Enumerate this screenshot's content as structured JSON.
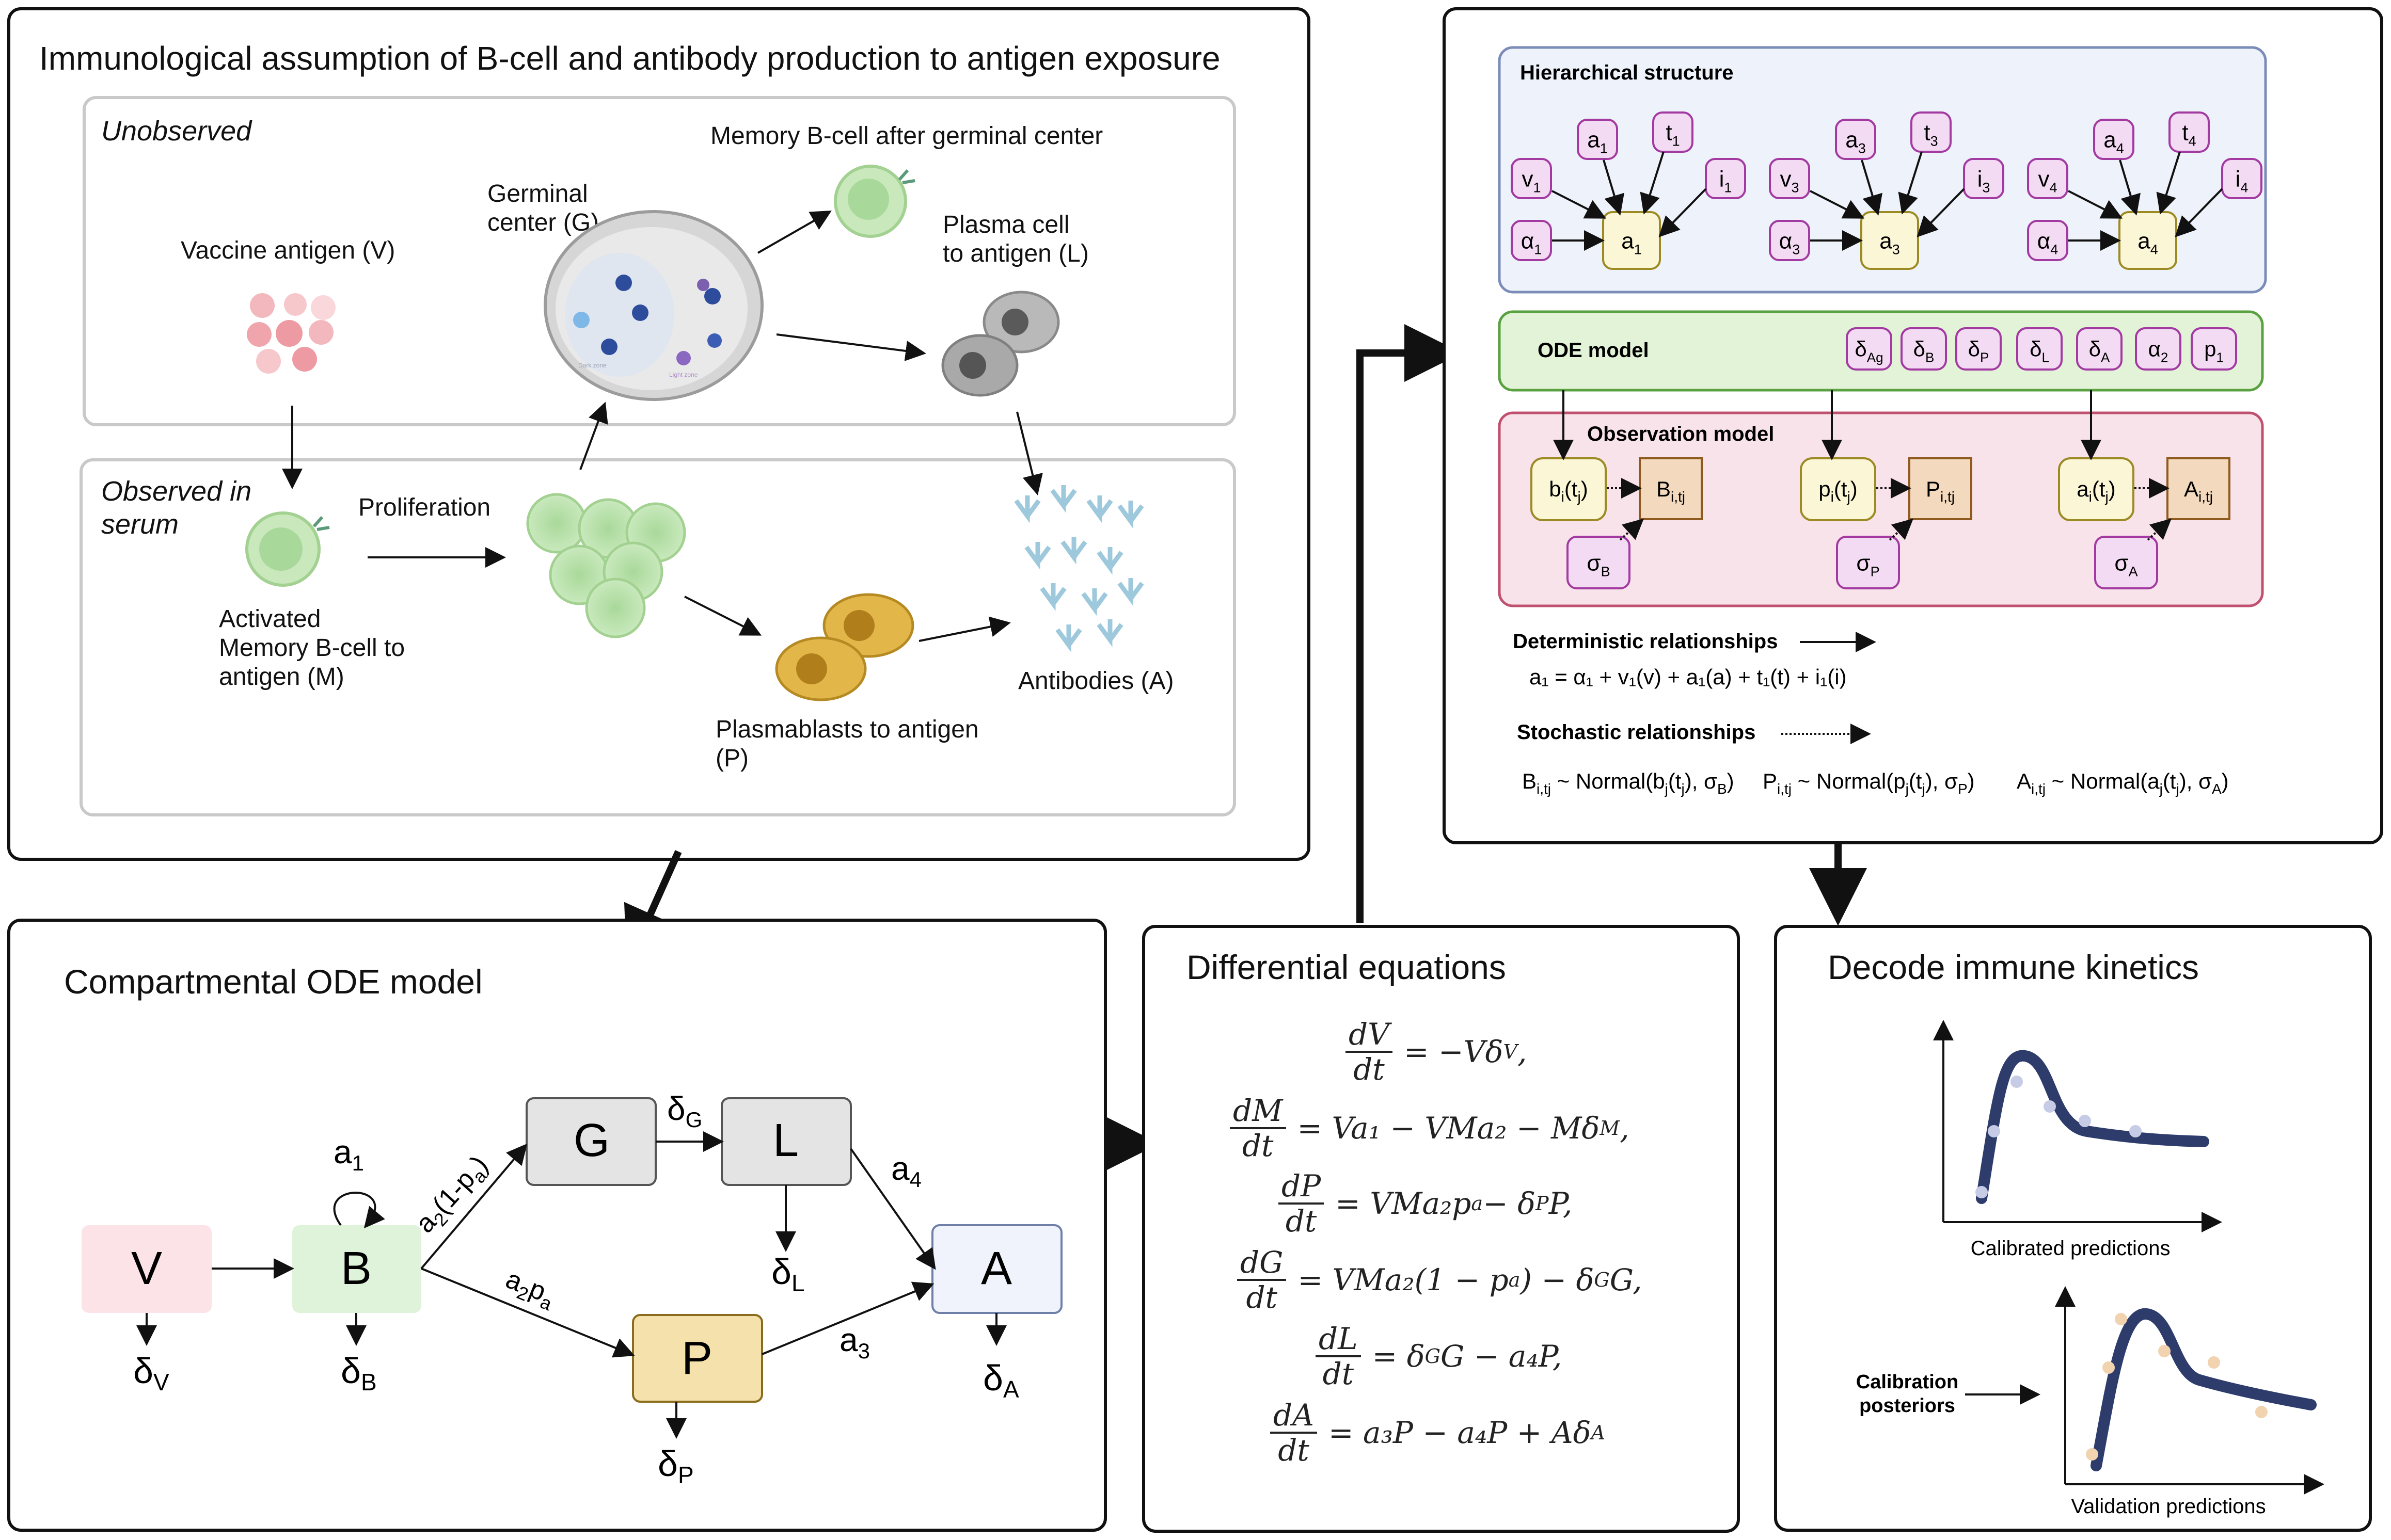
{
  "panels": {
    "assumption": {
      "title": "Immunological assumption of B-cell and antibody production to antigen exposure",
      "unobserved_label": "Unobserved",
      "observed_label_line1": "Observed in",
      "observed_label_line2": "serum",
      "vaccine_antigen": "Vaccine antigen (V)",
      "germinal_center_line1": "Germinal",
      "germinal_center_line2": "center (G)",
      "memory_after_gc": "Memory B-cell after germinal center",
      "plasma_cell_line1": "Plasma cell",
      "plasma_cell_line2": "to antigen (L)",
      "proliferation": "Proliferation",
      "activated_line1": "Activated",
      "activated_line2": "Memory B-cell to",
      "activated_line3": "antigen (M)",
      "plasmablasts_line1": "Plasmablasts to antigen",
      "plasmablasts_line2": "(P)",
      "antibodies": "Antibodies (A)",
      "gc_dark_zone": "Dark zone",
      "gc_light_zone": "Light zone"
    },
    "compartmental": {
      "title": "Compartmental ODE model",
      "nodes": {
        "V": "V",
        "B": "B",
        "G": "G",
        "L": "L",
        "P": "P",
        "A": "A"
      },
      "rates": {
        "a1": "a",
        "a1_sub": "1",
        "a2_1mpa": "a",
        "a2_1mpa_sub": "2",
        "a2_1mpa_rest": "(1-p",
        "a2_1mpa_sub2": "a",
        "a2_1mpa_end": ")",
        "a2pa": "a",
        "a2pa_sub": "2",
        "a2pa_p": "p",
        "a2pa_sub2": "a",
        "a3": "a",
        "a3_sub": "3",
        "a4": "a",
        "a4_sub": "4",
        "dV": "δ",
        "dV_sub": "V",
        "dB": "δ",
        "dB_sub": "B",
        "dG": "δ",
        "dG_sub": "G",
        "dL": "δ",
        "dL_sub": "L",
        "dP": "δ",
        "dP_sub": "P",
        "dA": "δ",
        "dA_sub": "A"
      }
    },
    "differential": {
      "title": "Differential equations",
      "equations": [
        {
          "num": "dV",
          "den": "dt",
          "rhs": "= −Vδ",
          "rhs_sub": "V",
          "rhs_end": ","
        },
        {
          "num": "dM",
          "den": "dt",
          "rhs": "= Va₁ − VMa₂ − Mδ",
          "rhs_sub": "M",
          "rhs_end": ","
        },
        {
          "num": "dP",
          "den": "dt",
          "rhs": "= VMa₂p",
          "rhs_sub": "a",
          "rhs_end": " − δ",
          "rhs_sub2": "P",
          "rhs_end2": "P,"
        },
        {
          "num": "dG",
          "den": "dt",
          "rhs": "= VMa₂(1 − p",
          "rhs_sub": "a",
          "rhs_end": ") − δ",
          "rhs_sub2": "G",
          "rhs_end2": "G,"
        },
        {
          "num": "dL",
          "den": "dt",
          "rhs": "= δ",
          "rhs_sub": "G",
          "rhs_end": "G − a₄P,",
          "rhs_sub2": "",
          "rhs_end2": ""
        },
        {
          "num": "dA",
          "den": "dt",
          "rhs": "= a₃P − a₄P + Aδ",
          "rhs_sub": "A",
          "rhs_end": "",
          "rhs_sub2": "",
          "rhs_end2": ""
        }
      ]
    },
    "hierarchical": {
      "section_title": "Hierarchical structure",
      "groups": [
        {
          "v": "v",
          "v_sub": "1",
          "a": "a",
          "a_sub": "1",
          "t": "t",
          "t_sub": "1",
          "i": "i",
          "i_sub": "1",
          "alpha": "α",
          "alpha_sub": "1",
          "out": "a",
          "out_sub": "1"
        },
        {
          "v": "v",
          "v_sub": "3",
          "a": "a",
          "a_sub": "3",
          "t": "t",
          "t_sub": "3",
          "i": "i",
          "i_sub": "3",
          "alpha": "α",
          "alpha_sub": "3",
          "out": "a",
          "out_sub": "3"
        },
        {
          "v": "v",
          "v_sub": "4",
          "a": "a",
          "a_sub": "4",
          "t": "t",
          "t_sub": "4",
          "i": "i",
          "i_sub": "4",
          "alpha": "α",
          "alpha_sub": "4",
          "out": "a",
          "out_sub": "4"
        }
      ],
      "ode_model_label": "ODE model",
      "ode_params": [
        {
          "s": "δ",
          "sub": "Ag"
        },
        {
          "s": "δ",
          "sub": "B"
        },
        {
          "s": "δ",
          "sub": "P"
        },
        {
          "s": "δ",
          "sub": "L"
        },
        {
          "s": "δ",
          "sub": "A"
        },
        {
          "s": "α",
          "sub": "2"
        },
        {
          "s": "p",
          "sub": "1"
        }
      ],
      "observation_model_label": "Observation model",
      "observations": [
        {
          "latent": "b",
          "latent_sub": "i",
          "latent_rest": "(t",
          "latent_sub2": "j",
          "latent_end": ")",
          "obs": "B",
          "obs_sub": "i,tj",
          "sigma": "σ",
          "sigma_sub": "B"
        },
        {
          "latent": "p",
          "latent_sub": "i",
          "latent_rest": "(t",
          "latent_sub2": "j",
          "latent_end": ")",
          "obs": "P",
          "obs_sub": "i,tj",
          "sigma": "σ",
          "sigma_sub": "P"
        },
        {
          "latent": "a",
          "latent_sub": "i",
          "latent_rest": "(t",
          "latent_sub2": "j",
          "latent_end": ")",
          "obs": "A",
          "obs_sub": "i,tj",
          "sigma": "σ",
          "sigma_sub": "A"
        }
      ],
      "deterministic_label": "Deterministic relationships",
      "deterministic_eq": "a₁ = α₁ + v₁(v) + a₁(a) + t₁(t) + i₁(i)",
      "stochastic_label": "Stochastic relationships",
      "stochastic_B": "B",
      "stochastic_B_sub": "i,tj",
      "stochastic_B_rest": " ~ Normal(b",
      "stochastic_B_sub2": "j",
      "stochastic_B_rest2": "(t",
      "stochastic_B_sub3": "j",
      "stochastic_B_end": "), σ",
      "stochastic_B_sub4": "B",
      "stochastic_B_close": ")",
      "stochastic_P": "P",
      "stochastic_P_sub": "i,tj",
      "stochastic_P_rest": " ~ Normal(p",
      "stochastic_P_sub2": "j",
      "stochastic_P_rest2": "(t",
      "stochastic_P_sub3": "j",
      "stochastic_P_end": "), σ",
      "stochastic_P_sub4": "P",
      "stochastic_P_close": ")",
      "stochastic_A": "A",
      "stochastic_A_sub": "i,tj",
      "stochastic_A_rest": " ~ Normal(a",
      "stochastic_A_sub2": "j",
      "stochastic_A_rest2": "(t",
      "stochastic_A_sub3": "j",
      "stochastic_A_end": "), σ",
      "stochastic_A_sub4": "A",
      "stochastic_A_close": ")"
    },
    "decode": {
      "title": "Decode immune kinetics",
      "calibrated_label": "Calibrated predictions",
      "validation_label": "Validation predictions",
      "calibration_posteriors_line1": "Calibration",
      "calibration_posteriors_line2": "posteriors"
    }
  },
  "colors": {
    "V_fill": "#fbe3e8",
    "B_fill": "#dff2da",
    "G_fill": "#e4e4e4",
    "L_fill": "#e4e4e4",
    "P_fill": "#f4e1ac",
    "A_fill": "#f0f3fb",
    "hier_bg": "#eef2fa",
    "hier_border": "#7b8cb8",
    "ode_bg": "#e3f3d7",
    "ode_border": "#5aa142",
    "obs_bg": "#f9e3ea",
    "obs_border": "#c0506f",
    "param_fill": "#f3dcf3",
    "param_border": "#a23aa2",
    "latent_fill": "#fbf6d5",
    "latent_border": "#9c8a25",
    "observed_fill": "#f3d9bd",
    "observed_border": "#8f5a1e",
    "curve": "#2d3c6b"
  }
}
